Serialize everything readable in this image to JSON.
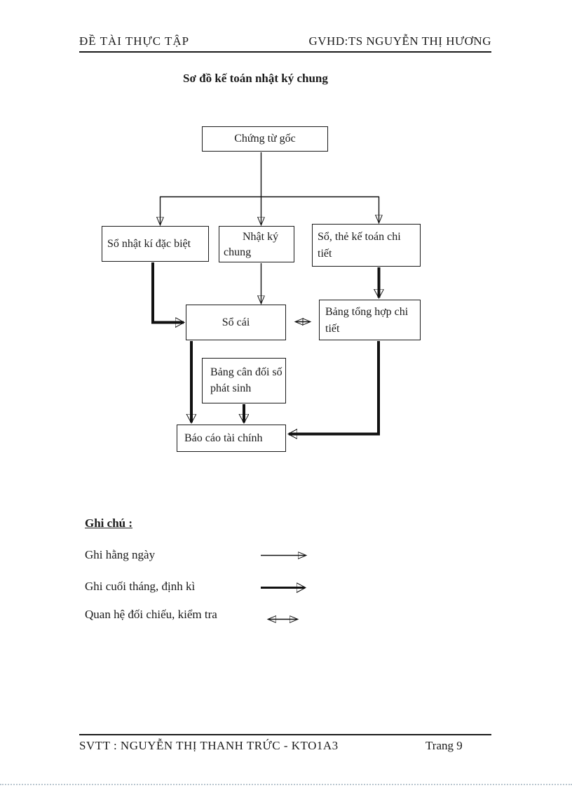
{
  "header": {
    "left": "ĐỀ TÀI THỰC TẬP",
    "right": "GVHD:TS NGUYỄN THỊ HƯƠNG"
  },
  "title": "Sơ đồ kế toán nhật ký chung",
  "diagram": {
    "nodes": {
      "chung_tu_goc": "Chứng từ gốc",
      "so_nhat_ki_dac_biet": "Sổ nhật kí đặc biệt",
      "nhat_ky_chung": "Nhật ký chung",
      "so_the_ke_toan_chi_tiet": "Sổ, thẻ kế toán chi tiết",
      "so_cai": "Sổ cái",
      "bang_tong_hop_chi_tiet": "Bảng tổng hợp chi tiết",
      "bang_can_doi_so_phat_sinh": "Bảng cân đối số phát sinh",
      "bao_cao_tai_chinh": "Báo cáo tài chính"
    },
    "edges": [
      {
        "from": "chung_tu_goc",
        "to": "so_nhat_ki_dac_biet",
        "style": "thin"
      },
      {
        "from": "chung_tu_goc",
        "to": "nhat_ky_chung",
        "style": "thin"
      },
      {
        "from": "chung_tu_goc",
        "to": "so_the_ke_toan_chi_tiet",
        "style": "thin"
      },
      {
        "from": "so_nhat_ki_dac_biet",
        "to": "so_cai",
        "style": "thick"
      },
      {
        "from": "nhat_ky_chung",
        "to": "so_cai",
        "style": "thin"
      },
      {
        "from": "so_the_ke_toan_chi_tiet",
        "to": "bang_tong_hop_chi_tiet",
        "style": "thick"
      },
      {
        "from": "so_cai",
        "to": "bang_tong_hop_chi_tiet",
        "style": "double"
      },
      {
        "from": "so_cai",
        "to": "bao_cao_tai_chinh",
        "style": "thick"
      },
      {
        "from": "bang_can_doi_so_phat_sinh",
        "to": "bao_cao_tai_chinh",
        "style": "thick"
      },
      {
        "from": "bang_tong_hop_chi_tiet",
        "to": "bao_cao_tai_chinh",
        "style": "thick"
      }
    ]
  },
  "legend": {
    "heading": "Ghi chú :",
    "items": [
      {
        "label": "Ghi hằng ngày",
        "arrow_type": "thin-arrow"
      },
      {
        "label": "Ghi cuối tháng, định kì",
        "arrow_type": "thick-arrow"
      },
      {
        "label": "Quan hệ đối chiếu, kiểm tra",
        "arrow_type": "double-arrow"
      }
    ]
  },
  "footer": {
    "left": "SVTT : NGUYỄN THỊ THANH TRỨC - KTO1A3",
    "right": "Trang 9"
  },
  "colors": {
    "text": "#1a1a1a",
    "line": "#111111",
    "background": "#ffffff"
  }
}
